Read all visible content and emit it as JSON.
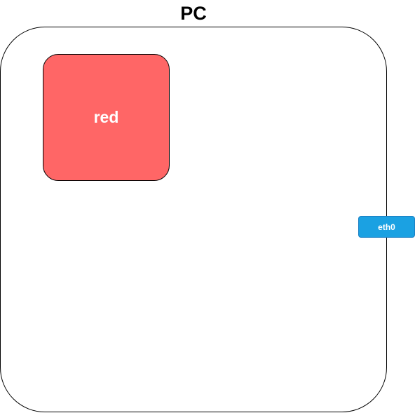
{
  "diagram": {
    "host": {
      "label": "PC"
    },
    "namespace": {
      "label": "red",
      "color": "#ff6666"
    },
    "interface": {
      "label": "eth0",
      "color": "#1ba1e2"
    }
  }
}
